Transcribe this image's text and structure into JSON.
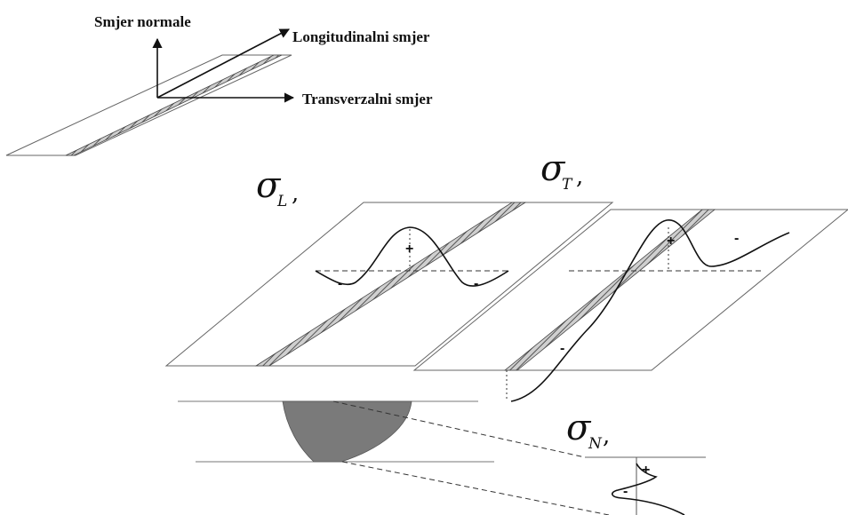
{
  "top_diagram": {
    "normal_label": "Smjer normale",
    "longitudinal_label": "Longitudinalni smjer",
    "transverse_label": "Transverzalni smjer"
  },
  "sigma_L": {
    "symbol": "σ",
    "subscript": "L",
    "suffix": ","
  },
  "sigma_T": {
    "symbol": "σ",
    "subscript": "T",
    "suffix": ","
  },
  "sigma_N": {
    "symbol": "σ",
    "subscript": "N",
    "suffix": ","
  },
  "signs": {
    "L_center": "+",
    "L_left": "-",
    "L_right": "-",
    "T_peak": "+",
    "T_right": "-",
    "T_bottom": "-",
    "N_upper": "+",
    "N_lower": "-"
  },
  "colors": {
    "weld_fill": "#7a7a7a",
    "line": "#111111",
    "plate": "#666666"
  }
}
